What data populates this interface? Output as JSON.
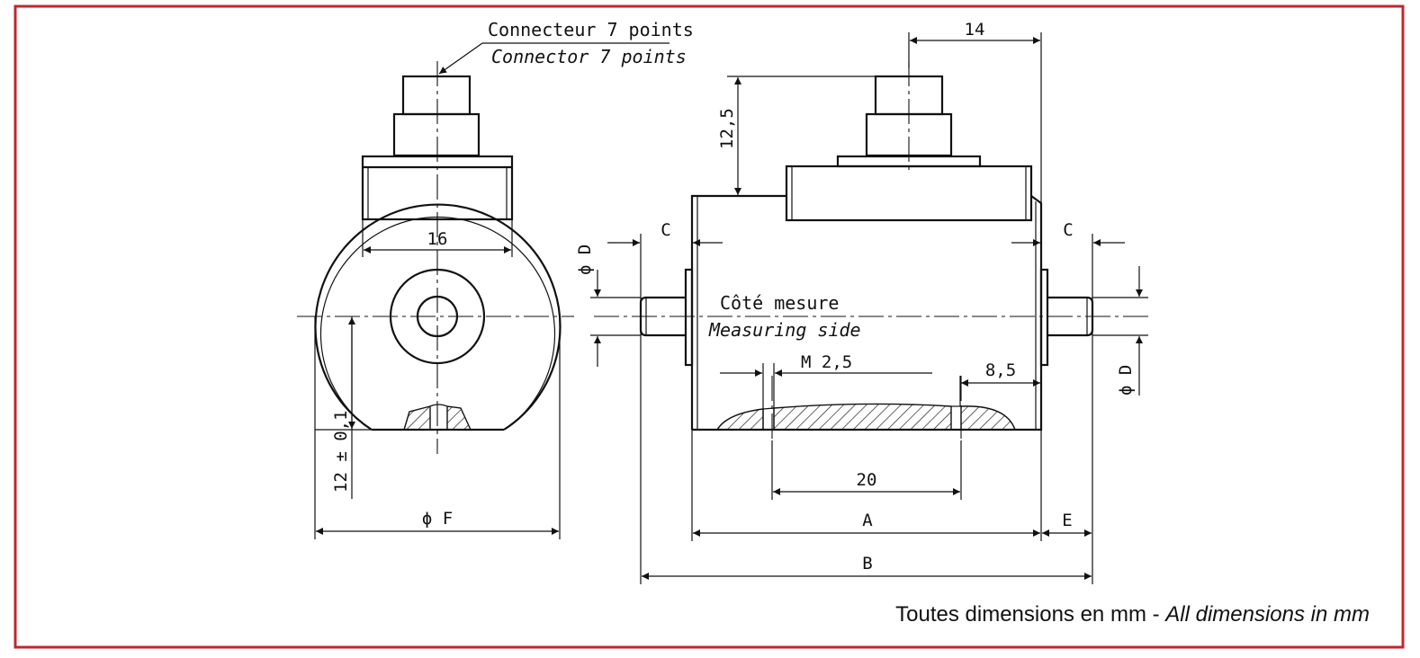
{
  "connector_label": {
    "fr": "Connecteur 7 points",
    "en": "Connector 7 points"
  },
  "measuring_side_label": {
    "fr": "Côté mesure",
    "en": "Measuring side"
  },
  "dimensions": {
    "connector_offset": "14",
    "connector_height": "12,5",
    "connector_width": "16",
    "shaft_diameter": "ϕ D",
    "shaft_length": "C",
    "base_height": "12 ± 0,1",
    "body_diameter": "ϕ F",
    "thread": "M 2,5",
    "thread_offset": "8,5",
    "hole_spacing": "20",
    "body_length": "A",
    "shaft_extension": "E",
    "overall_length": "B"
  },
  "footer_note": {
    "fr": "Toutes dimensions en mm - ",
    "en": "All dimensions in mm"
  },
  "colors": {
    "border": "#c0272d",
    "lines": "#111111"
  }
}
